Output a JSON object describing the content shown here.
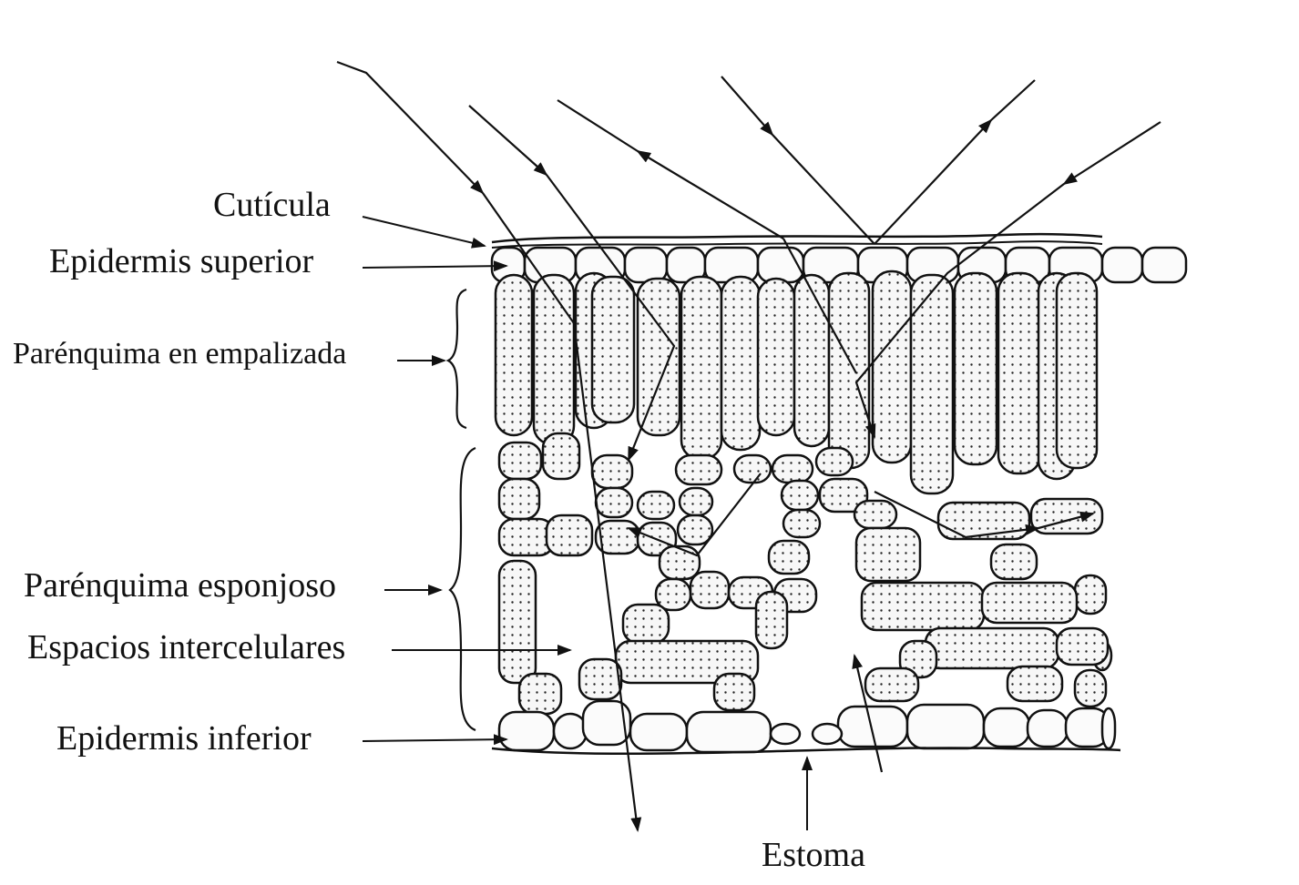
{
  "labels": {
    "cuticula": "Cutícula",
    "epidermis_superior": "Epidermis superior",
    "parenquima_empalizada": "Parénquima en empalizada",
    "parenquima_esponjoso": "Parénquima esponjoso",
    "espacios_intercelulares": "Espacios intercelulares",
    "epidermis_inferior": "Epidermis inferior",
    "estoma": "Estoma"
  },
  "colors": {
    "line": "#111111",
    "cell_fill": "#f6f6f6",
    "dots": "#222222",
    "background": "#ffffff"
  }
}
